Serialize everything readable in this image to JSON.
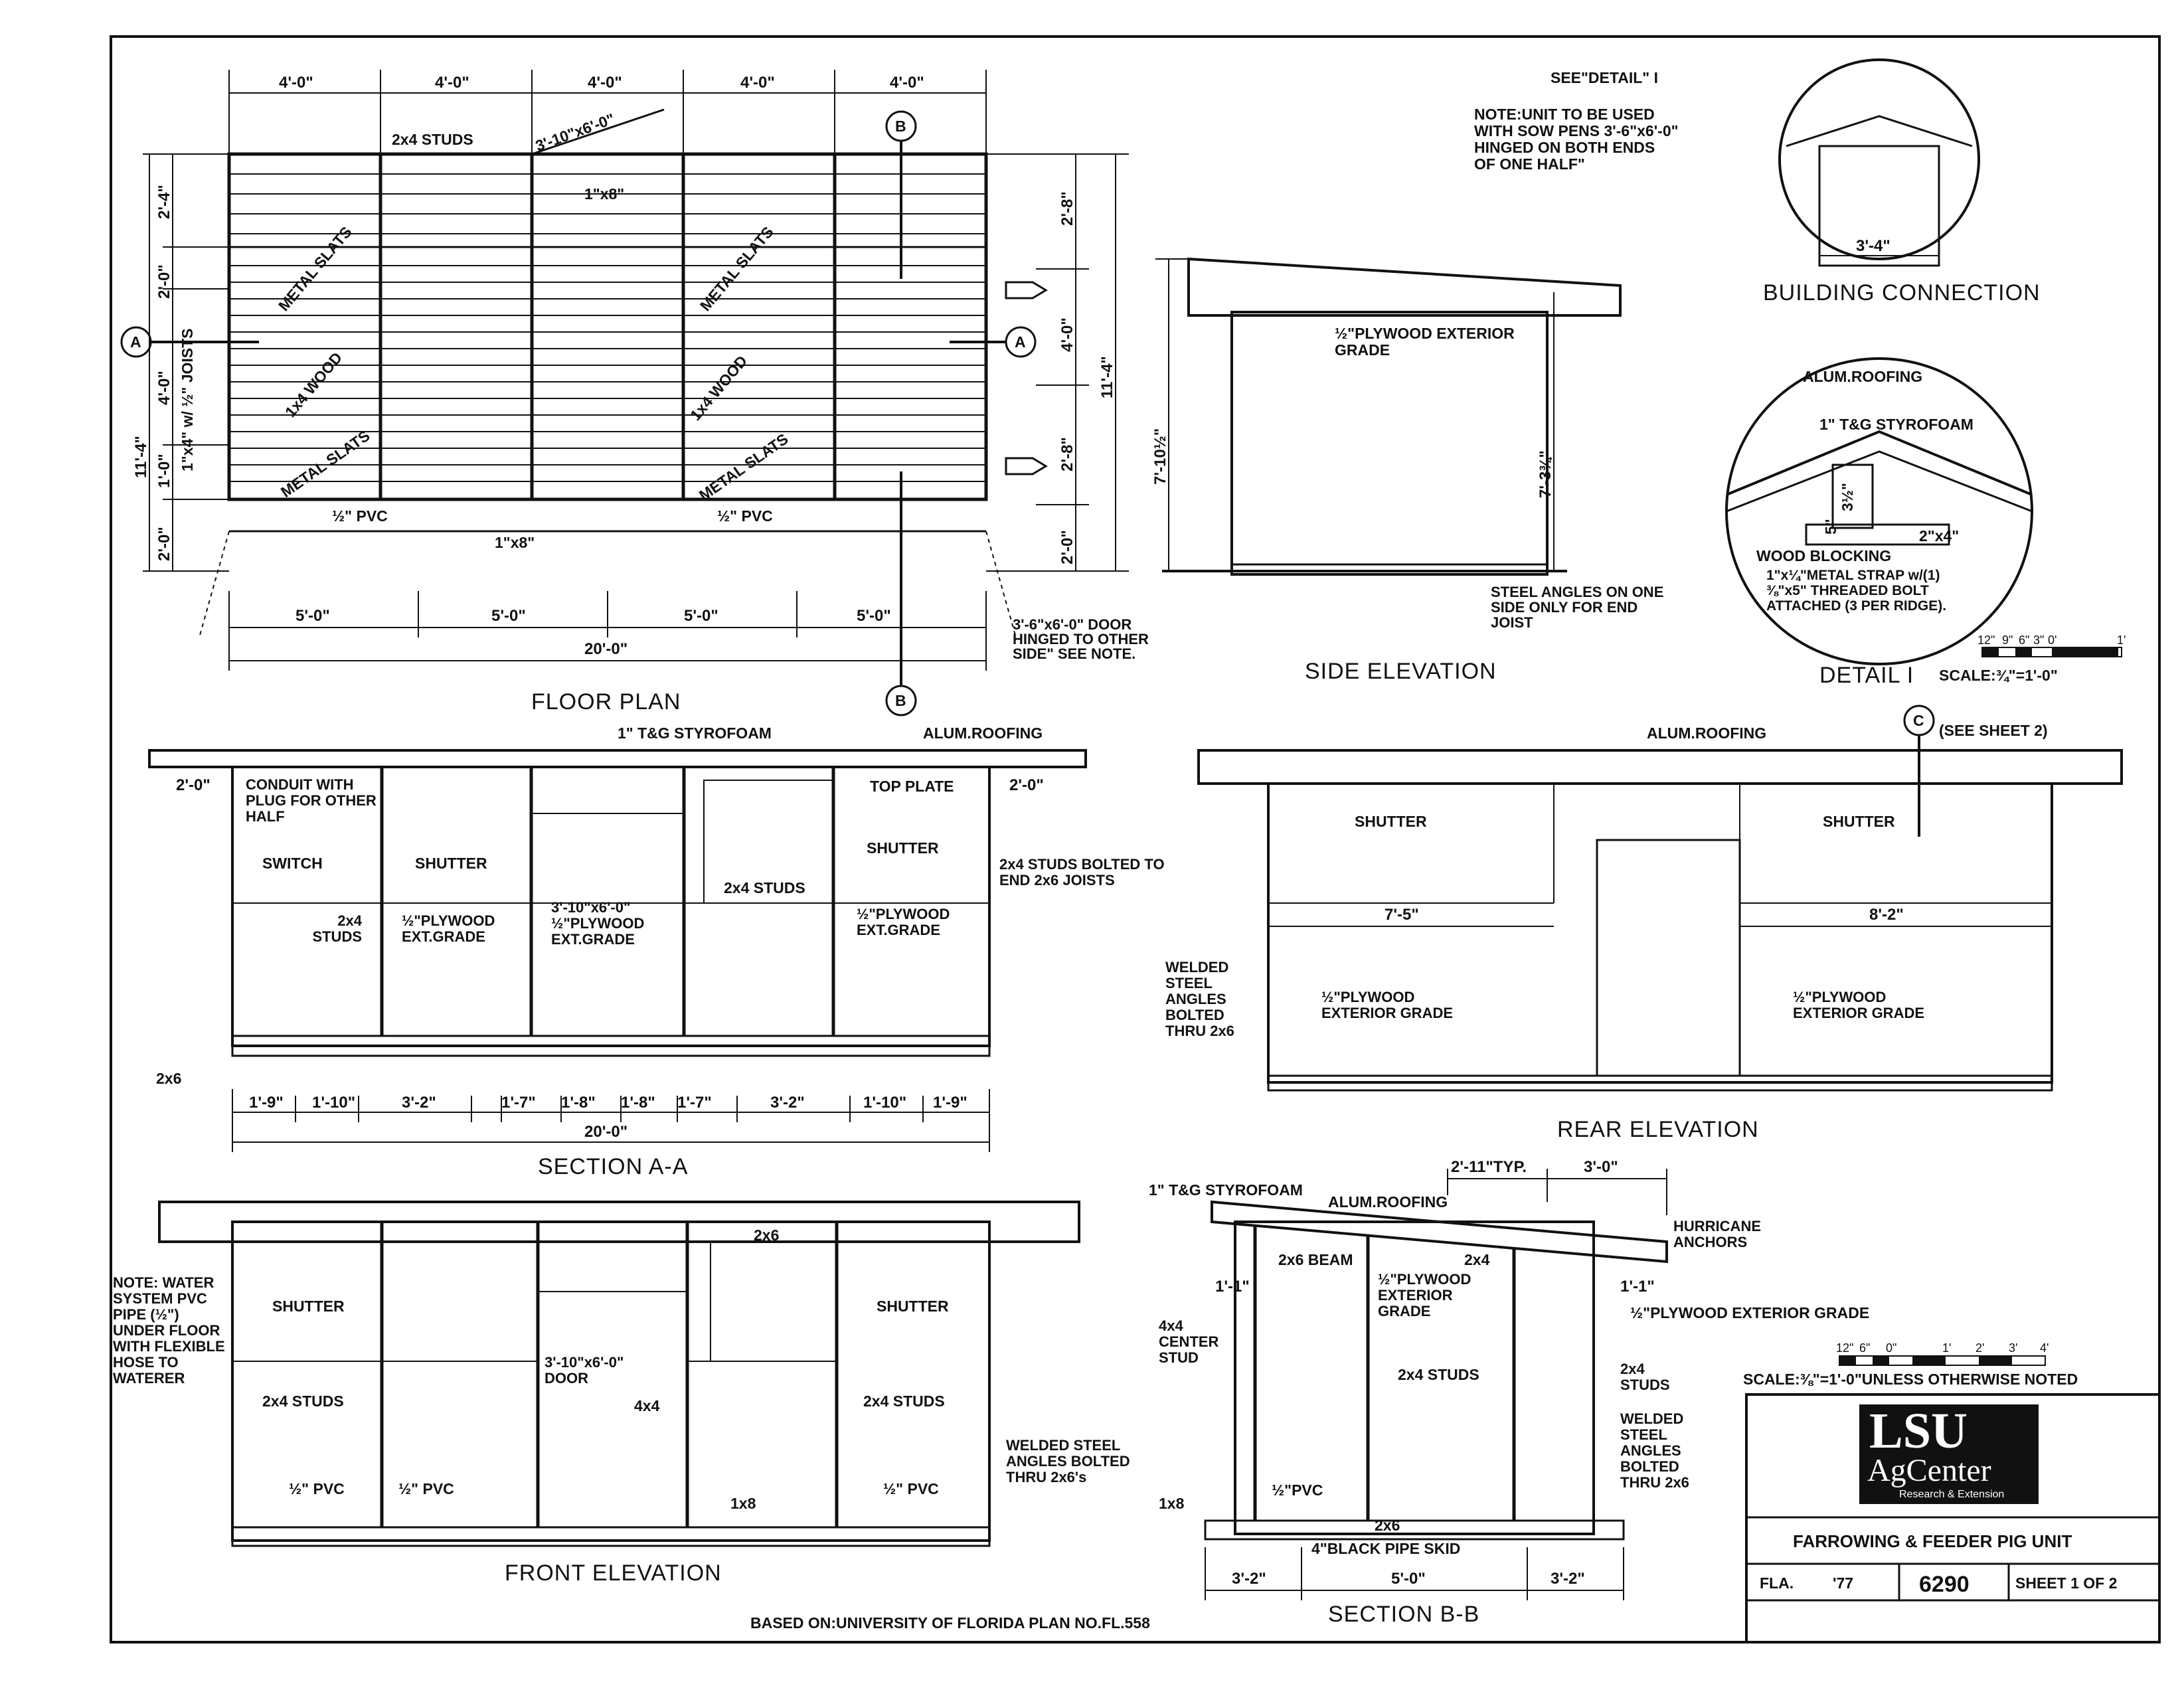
{
  "views": {
    "floor_plan": {
      "title": "FLOOR PLAN",
      "top_dims": [
        "4'-0\"",
        "4'-0\"",
        "4'-0\"",
        "4'-0\"",
        "4'-0\""
      ],
      "bottom_dims": [
        "5'-0\"",
        "5'-0\"",
        "5'-0\"",
        "5'-0\""
      ],
      "overall": "20'-0\"",
      "left_dims": [
        "2'-4\"",
        "2'-0\"",
        "4'-0\"",
        "1'-0\"",
        "2'-0\""
      ],
      "left_overall": "11'-4\"",
      "right_dims": [
        "2'-8\"",
        "4'-0\"",
        "2'-8\"",
        "2'-0\""
      ],
      "right_overall": "11'-4\"",
      "labels": {
        "studs": "2x4 STUDS",
        "door_open": "3'-10\"x6'-0\"",
        "board": "1\"x8\"",
        "board2": "1\"x8\"",
        "slats1": "METAL SLATS",
        "slats2": "METAL SLATS",
        "wood1": "1x4 WOOD",
        "wood2": "1x4 WOOD",
        "slats3": "METAL SLATS",
        "slats4": "METAL SLATS",
        "joists": "1\"x4\" w/ ½\" JOISTS",
        "pvc1": "½\" PVC",
        "pvc2": "½\" PVC",
        "door_note": "3'-6\"x6'-0\" DOOR HINGED TO OTHER SIDE\" SEE NOTE."
      },
      "markers": {
        "a": "A",
        "b": "B"
      }
    },
    "side_elevation": {
      "title": "SIDE ELEVATION",
      "left_height": "7'-10½\"",
      "right_height": "7'-3¾\"",
      "plywood": "½\"PLYWOOD EXTERIOR GRADE",
      "angles": "STEEL ANGLES ON ONE SIDE ONLY FOR END JOIST"
    },
    "notes_top": {
      "see_detail": "SEE\"DETAIL\" I",
      "note": "NOTE:UNIT TO BE USED WITH SOW PENS 3'-6\"x6'-0\" HINGED ON BOTH ENDS OF ONE HALF\""
    },
    "building_connection": {
      "title": "BUILDING CONNECTION",
      "dim": "3'-4\""
    },
    "detail_1": {
      "title": "DETAIL I",
      "scale": "SCALE:¾\"=1'-0\"",
      "scale_ticks": [
        "12\"",
        "9\"",
        "6\"",
        "3\"",
        "0'",
        "1'"
      ],
      "labels": {
        "roof": "ALUM.ROOFING",
        "foam": "1\" T&G STYROFOAM",
        "blocking": "WOOD BLOCKING",
        "lumber": "2\"x4\"",
        "d5": "5\"",
        "d32": "3½\"",
        "strap": "1\"x¼\"METAL STRAP w/(1) ⅜\"x5\" THREADED BOLT ATTACHED (3 PER RIDGE)."
      }
    },
    "section_aa": {
      "title": "SECTION A-A",
      "bottom_dims": [
        "1'-9\"",
        "1'-10\"",
        "3'-2\"",
        "1'-7\"",
        "1'-8\"",
        "1'-8\"",
        "1'-7\"",
        "3'-2\"",
        "1'-10\"",
        "1'-9\""
      ],
      "overall": "20'-0\"",
      "labels": {
        "foam": "1\" T&G STYROFOAM",
        "roof": "ALUM.ROOFING",
        "left_dim": "2'-0\"",
        "right_dim": "2'-0\"",
        "conduit": "CONDUIT WITH PLUG FOR OTHER HALF",
        "top_plate": "TOP PLATE",
        "switch": "SWITCH",
        "shutter1": "SHUTTER",
        "shutter2": "SHUTTER",
        "studs_center": "2x4 STUDS",
        "studs_bolted": "2x4 STUDS BOLTED TO END 2x6 JOISTS",
        "studs_left": "2x4 STUDS",
        "ply1": "½\"PLYWOOD EXT.GRADE",
        "door": "3'-10\"x6'-0\" ½\"PLYWOOD EXT.GRADE",
        "ply2": "½\"PLYWOOD EXT.GRADE",
        "twox6": "2x6"
      }
    },
    "rear_elevation": {
      "title": "REAR ELEVATION",
      "labels": {
        "roof": "ALUM.ROOFING",
        "marker": "C",
        "sheet2": "(SEE SHEET 2)",
        "shutter1": "SHUTTER",
        "shutter2": "SHUTTER",
        "left_dim": "7'-5\"",
        "right_dim": "8'-2\"",
        "ply1": "½\"PLYWOOD EXTERIOR GRADE",
        "ply2": "½\"PLYWOOD EXTERIOR GRADE",
        "angles": "WELDED STEEL ANGLES BOLTED THRU 2x6"
      }
    },
    "front_elevation": {
      "title": "FRONT ELEVATION",
      "labels": {
        "note": "NOTE: WATER SYSTEM PVC PIPE (½\") UNDER FLOOR WITH FLEXIBLE HOSE TO WATERER",
        "twox6": "2x6",
        "shutter1": "SHUTTER",
        "shutter2": "SHUTTER",
        "studs1": "2x4 STUDS",
        "studs2": "2x4 STUDS",
        "door": "3'-10\"x6'-0\" DOOR",
        "post": "4x4",
        "pvc1": "½\" PVC",
        "pvc2": "½\" PVC",
        "pvc3": "½\" PVC",
        "board": "1x8",
        "angles": "WELDED STEEL ANGLES BOLTED THRU 2x6's"
      }
    },
    "section_bb": {
      "title": "SECTION B-B",
      "top_dims": [
        "2'-11\"TYP.",
        "3'-0\""
      ],
      "bottom_dims": [
        "3'-2\"",
        "5'-0\"",
        "3'-2\""
      ],
      "labels": {
        "foam": "1\" T&G STYROFOAM",
        "roof": "ALUM.ROOFING",
        "anchors": "HURRICANE ANCHORS",
        "beam": "2x6 BEAM",
        "twox4": "2x4",
        "left_dim": "1'-1\"",
        "right_dim": "1'-1\"",
        "center_stud": "4x4 CENTER STUD",
        "ply_center": "½\"PLYWOOD EXTERIOR GRADE",
        "studs": "2x4 STUDS",
        "ply_right": "½\"PLYWOOD EXTERIOR GRADE",
        "right_studs": "2x4 STUDS",
        "angles": "WELDED STEEL ANGLES BOLTED THRU 2x6",
        "board": "1x8",
        "pvc": "½\"PVC",
        "twox6": "2x6",
        "skid": "4\"BLACK PIPE SKID"
      }
    }
  },
  "scale_general": {
    "ticks": [
      "12\"",
      "6\"",
      "0\"",
      "1'",
      "2'",
      "3'",
      "4'"
    ],
    "text": "SCALE:⅜\"=1'-0\"UNLESS OTHERWISE NOTED"
  },
  "title_block": {
    "logo_text": "LSU",
    "logo_sub": "AgCenter",
    "logo_tag": "Research & Extension",
    "project": "FARROWING & FEEDER PIG UNIT",
    "state": "FLA.",
    "year": "'77",
    "number": "6290",
    "sheet": "SHEET 1 OF 2"
  },
  "based_on": "BASED ON:UNIVERSITY OF FLORIDA PLAN NO.FL.558"
}
